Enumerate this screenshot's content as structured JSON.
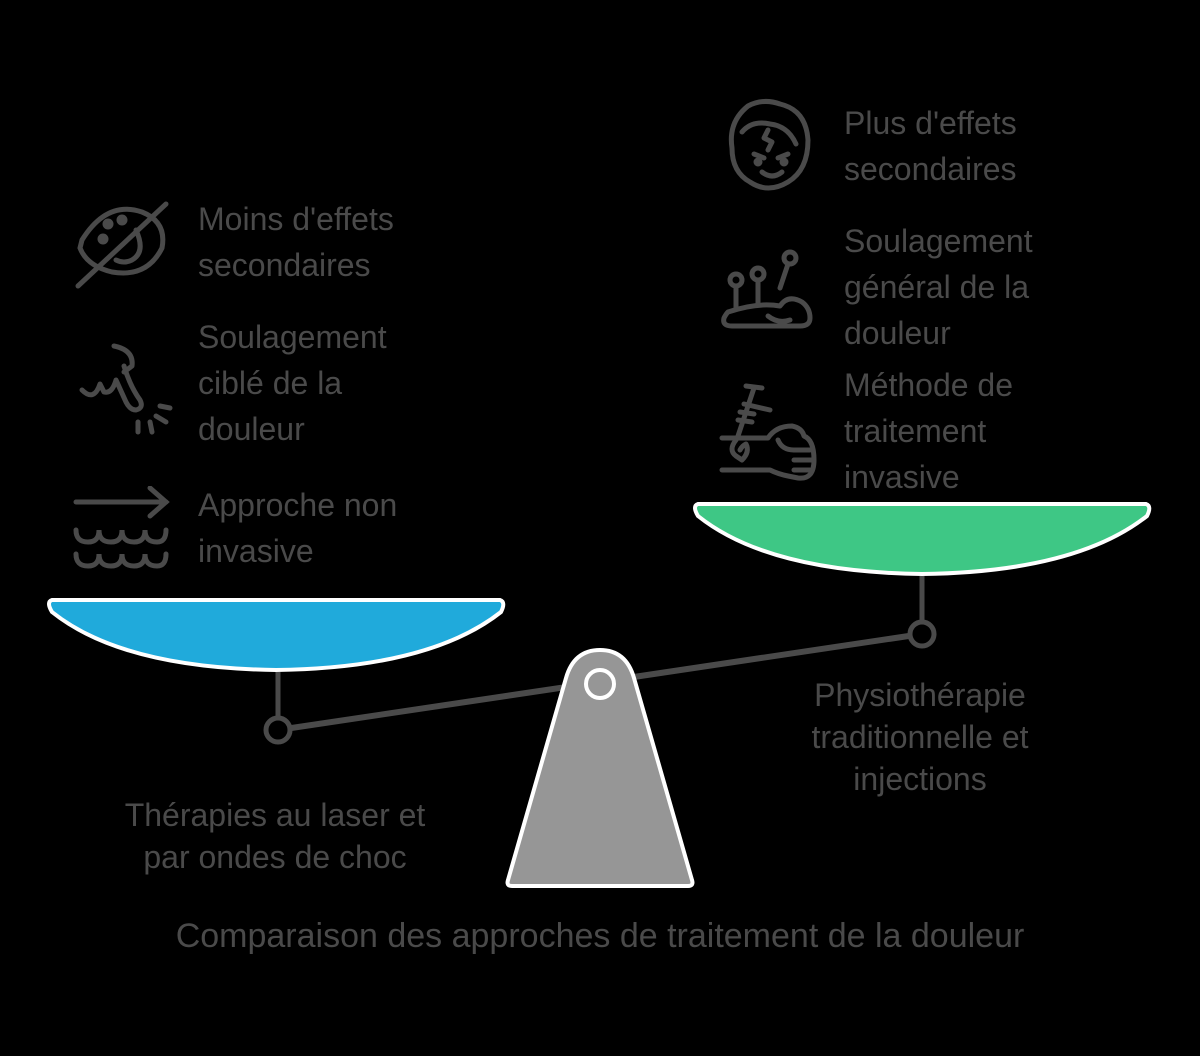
{
  "title": "Comparaison des approches de traitement de la douleur",
  "colors": {
    "left_pan": "#20AADB",
    "right_pan": "#3EC785",
    "fulcrum": "#969696",
    "beam": "#4A4A4A",
    "text": "#4A4A4A",
    "background": "#000000"
  },
  "left": {
    "label": "Thérapies au laser et par ondes de choc",
    "label_lines": [
      "Thérapies au laser et",
      "par ondes de choc"
    ],
    "items": [
      {
        "icon": "crossed-eye-icon",
        "lines": [
          "Moins d'effets",
          "secondaires"
        ]
      },
      {
        "icon": "pointing-hand-icon",
        "lines": [
          "Soulagement",
          "ciblé de la",
          "douleur"
        ]
      },
      {
        "icon": "arrow-waves-icon",
        "lines": [
          "Approche non",
          "invasive"
        ]
      }
    ]
  },
  "right": {
    "label": "Physiothérapie traditionnelle et injections",
    "label_lines": [
      "Physiothérapie",
      "traditionnelle et",
      "injections"
    ],
    "items": [
      {
        "icon": "pained-face-icon",
        "lines": [
          "Plus d'effets",
          "secondaires"
        ]
      },
      {
        "icon": "acupuncture-needles-icon",
        "lines": [
          "Soulagement",
          "général de la",
          "douleur"
        ]
      },
      {
        "icon": "syringe-arm-icon",
        "lines": [
          "Méthode de",
          "traitement",
          "invasive"
        ]
      }
    ]
  }
}
